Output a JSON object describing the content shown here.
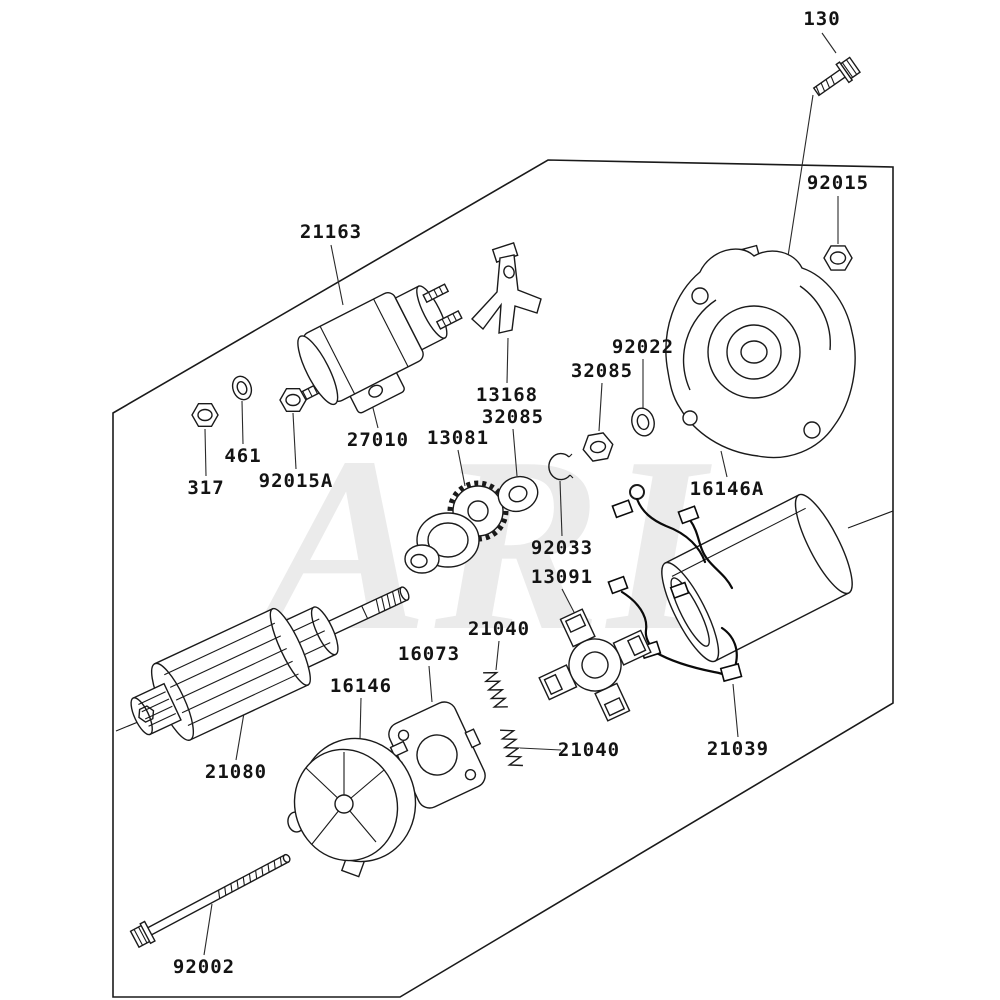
{
  "diagram": {
    "watermark": "ARI",
    "colors": {
      "line": "#1a1a1a",
      "watermark": "#ebebeb",
      "label_text": "#141414",
      "background": "#ffffff"
    },
    "labels": {
      "p130": "130",
      "p92015": "92015",
      "p21163": "21163",
      "p13168": "13168",
      "p32085_upper": "32085",
      "p92022": "92022",
      "p32085_lower": "32085",
      "p16146A": "16146A",
      "p27010": "27010",
      "p13081": "13081",
      "p461": "461",
      "p317": "317",
      "p92015A": "92015A",
      "p92033": "92033",
      "p13091": "13091",
      "p21040_upper": "21040",
      "p16073": "16073",
      "p16146": "16146",
      "p21040_lower": "21040",
      "p21039": "21039",
      "p21080": "21080",
      "p92002": "92002"
    }
  }
}
